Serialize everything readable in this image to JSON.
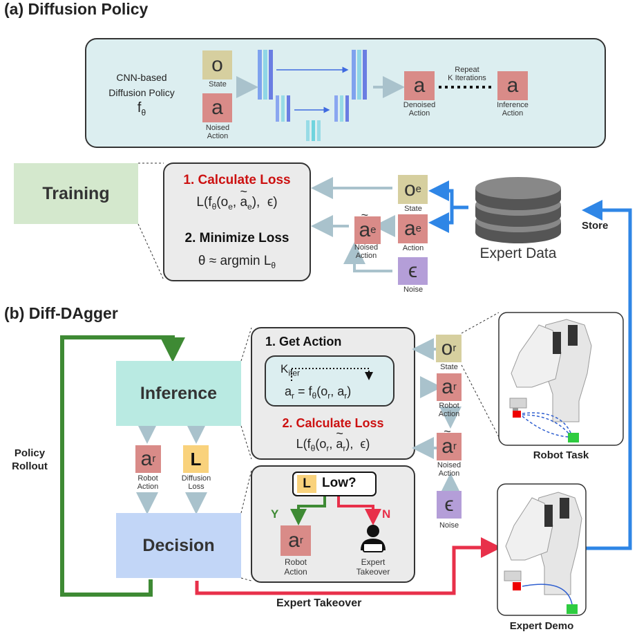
{
  "section_a": {
    "title": "(a) Diffusion Policy",
    "policy_label_line1": "CNN-based",
    "policy_label_line2": "Diffusion Policy",
    "policy_symbol": "f",
    "policy_symbol_sub": "θ",
    "state_symbol": "o",
    "state_label": "State",
    "noised_symbol": "a",
    "noised_label_line1": "Noised",
    "noised_label_line2": "Action",
    "denoised_symbol": "a",
    "denoised_label_line1": "Denoised",
    "denoised_label_line2": "Action",
    "repeat_line1": "Repeat",
    "repeat_line2": "K Iterations",
    "inference_symbol": "a",
    "inference_label_line1": "Inference",
    "inference_label_line2": "Action"
  },
  "training": {
    "box_label": "Training",
    "step1_title": "1. Calculate Loss",
    "step1_formula": "L(fθ(oe, ãe),  ϵ)",
    "step2_title": "2. Minimize Loss",
    "step2_formula": "θ ≈ argmin Lθ",
    "oe_symbol": "o",
    "oe_sub": "e",
    "oe_label": "State",
    "ae_symbol": "a",
    "ae_sub": "e",
    "ae_label": "Action",
    "ae_noised_symbol": "a",
    "ae_noised_sub": "e",
    "ae_noised_label_line1": "Noised",
    "ae_noised_label_line2": "Action",
    "noise_symbol": "ϵ",
    "noise_label": "Noise",
    "expert_data_label": "Expert Data",
    "store_label": "Store"
  },
  "section_b": {
    "title": "(b) Diff-DAgger",
    "inference_label": "Inference",
    "decision_label": "Decision",
    "policy_rollout_line1": "Policy",
    "policy_rollout_line2": "Rollout",
    "ar_symbol": "a",
    "ar_sub": "r",
    "robot_action_line1": "Robot",
    "robot_action_line2": "Action",
    "L_symbol": "L",
    "diffusion_loss_line1": "Diffusion",
    "diffusion_loss_line2": "Loss",
    "get_action_title": "1. Get Action",
    "kiter": "K",
    "kiter_sub": "iter",
    "get_action_formula": "ar = fθ(or, ar)",
    "calc_loss_title": "2. Calculate Loss",
    "calc_loss_formula": "L(fθ(or, ãr),  ϵ)",
    "low_question": "Low?",
    "yes": "Y",
    "no": "N",
    "decision_robot_line1": "Robot",
    "decision_robot_line2": "Action",
    "expert_takeover_line1": "Expert",
    "expert_takeover_line2": "Takeover",
    "or_symbol": "o",
    "or_sub": "r",
    "or_label": "State",
    "ar_right_label_line1": "Robot",
    "ar_right_label_line2": "Action",
    "noised_right_label_line1": "Noised",
    "noised_right_label_line2": "Action",
    "noise_right_label": "Noise",
    "robot_task_label": "Robot Task",
    "expert_demo_label": "Expert Demo",
    "expert_takeover_arrow_label": "Expert Takeover"
  },
  "colors": {
    "state": "#d6cf9f",
    "action": "#d98b88",
    "noise": "#b49ed8",
    "loss": "#f9d27c",
    "policy_box": "#dceef0",
    "training_box": "#d4e8cd",
    "inference_box": "#b9eae2",
    "decision_box": "#c2d6f7",
    "grey_panel": "#ebebeb",
    "blue_arrow": "#2f86e6",
    "green_arrow": "#3e8a34",
    "red_arrow": "#e8304a",
    "light_arrow": "#a9c2cc",
    "red_text": "#cc1111"
  }
}
